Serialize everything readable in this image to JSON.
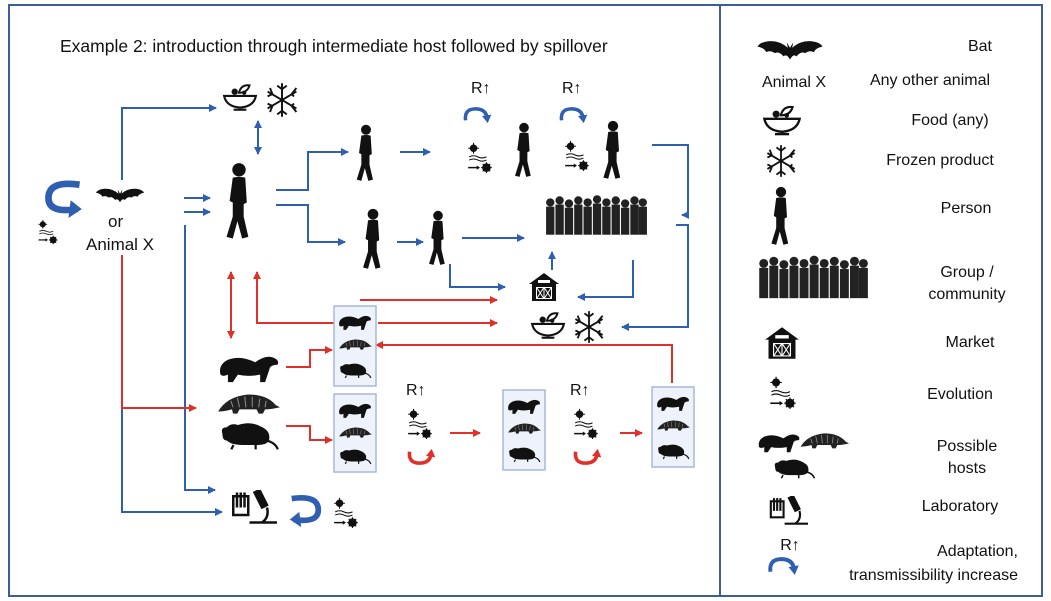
{
  "title": "Example 2: introduction through intermediate host followed by spillover",
  "source": {
    "or": "or",
    "animal": "Animal X"
  },
  "r_label": "R↑",
  "legend": {
    "items": [
      {
        "label": "Bat",
        "icon": "bat-icon"
      },
      {
        "label": "Any other animal",
        "icon_text": "Animal X"
      },
      {
        "label": "Food (any)",
        "icon": "food-bowl-icon"
      },
      {
        "label": "Frozen product",
        "icon": "snowflake-icon"
      },
      {
        "label": "Person",
        "icon": "person-icon"
      },
      {
        "label": "Group /\ncommunity",
        "icon": "crowd-icon"
      },
      {
        "label": "Market",
        "icon": "market-barn-icon"
      },
      {
        "label": "Evolution",
        "icon": "evolution-icon"
      },
      {
        "label": "Possible\nhosts",
        "icon": "animal-hosts-icon"
      },
      {
        "label": "Laboratory",
        "icon": "laboratory-icon"
      },
      {
        "label": "Adaptation,\ntransmissibility increase",
        "icon_text": "R↑"
      }
    ]
  },
  "colors": {
    "human_path": "#2f5fb0",
    "animal_path": "#e0302a",
    "frame": "#3d5f93"
  }
}
